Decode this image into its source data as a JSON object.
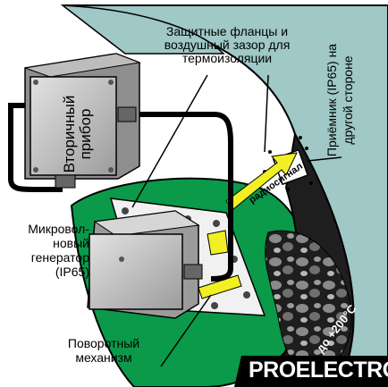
{
  "labels": {
    "flanges": "Защитные фланцы и\nвоздушный зазор для\nтермоизоляции",
    "receiver": "Приёмник (IP65) на\nдругой стороне",
    "secondary_device": "Вторичный\nприбор",
    "generator": "Микровол-\nновый\nгенератор\n(IP65)",
    "mechanism": "Поворотный\nмеханизм",
    "radio_signal": "радиосигнал",
    "temperature": "до +200°C",
    "watermark": "PROELECTRO.RU"
  },
  "colors": {
    "teal_wall": "#9fc8c6",
    "green_area": "#0a9a4a",
    "signal_arrow": "#f2ef24",
    "box_gray": "#c9c9c9",
    "dark_material": "#2b2b2b",
    "cable": "#000000"
  }
}
